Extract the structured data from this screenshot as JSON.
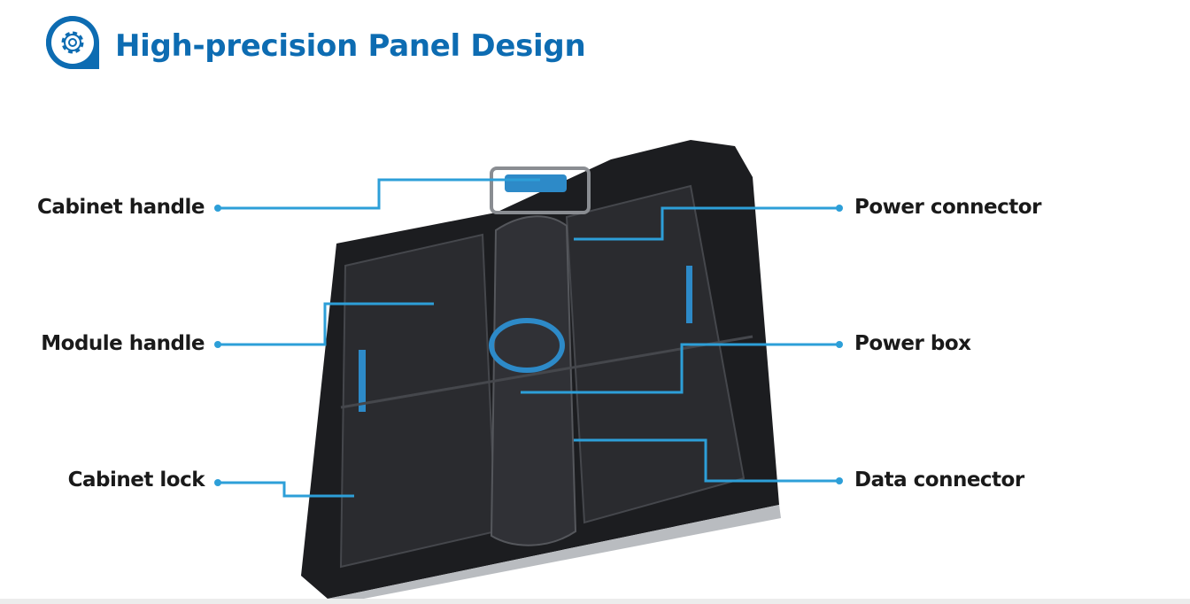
{
  "header": {
    "title": "High-precision Panel Design",
    "icon": "gear-icon"
  },
  "callouts": {
    "cabinet_handle": "Cabinet handle",
    "module_handle": "Module handle",
    "cabinet_lock": "Cabinet lock",
    "power_connector": "Power connector",
    "power_box": "Power box",
    "data_connector": "Data connector"
  },
  "colors": {
    "brand": "#0d6cb2",
    "callout_line": "#2d9fd8",
    "cabinet": "#1c1d20"
  }
}
